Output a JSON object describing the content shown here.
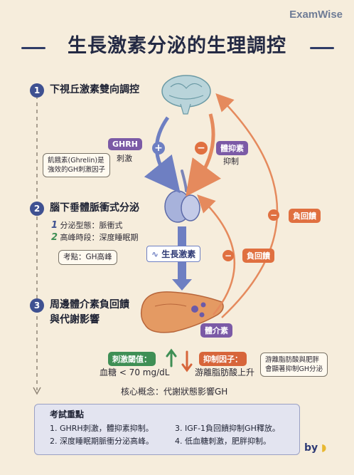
{
  "brand": "ExamWise",
  "title": "生長激素分泌的生理調控",
  "steps": [
    {
      "num": "1",
      "title": "下視丘激素雙向調控"
    },
    {
      "num": "2",
      "title": "腦下垂體脈衝式分泌"
    },
    {
      "num": "3",
      "title_line1": "周邊體介素負回饋",
      "title_line2": "與代謝影響"
    }
  ],
  "ghrh": {
    "label": "GHRH",
    "action": "刺激",
    "plus": "+"
  },
  "ghrelin_note": {
    "line1": "飢餓素(Ghrelin)是",
    "line2": "強效的GH刺激因子"
  },
  "inhibit": {
    "minus": "−",
    "label": "體抑素",
    "action": "抑制"
  },
  "pituitary_info": {
    "item1_num": "1",
    "item1_text": "分泌型態：脈衝式",
    "item2_num": "2",
    "item2_text": "高峰時段：深度睡眠期",
    "exam_point": "考點：GH高峰"
  },
  "gh_label": "生長激素",
  "feedback": {
    "minus": "−",
    "label": "負回饋"
  },
  "igf_label": "體介素",
  "stim_threshold": {
    "title": "刺激閾值：",
    "value": "血糖 < 70 mg/dL"
  },
  "inhibit_factor": {
    "title": "抑制因子：",
    "value": "游離脂肪酸上升"
  },
  "fatty_note": {
    "line1": "游離脂肪酸與肥胖",
    "line2": "會顯著抑制GH分泌"
  },
  "core_concept": "核心概念：代謝狀態影響GH",
  "exam_key": {
    "title": "考試重點",
    "items": [
      "1. GHRH刺激，體抑素抑制。",
      "3. IGF-1負回饋抑制GH釋放。",
      "2. 深度睡眠期脈衝分泌高峰。",
      "4. 低血糖刺激，肥胖抑制。"
    ]
  },
  "signature": "by"
}
